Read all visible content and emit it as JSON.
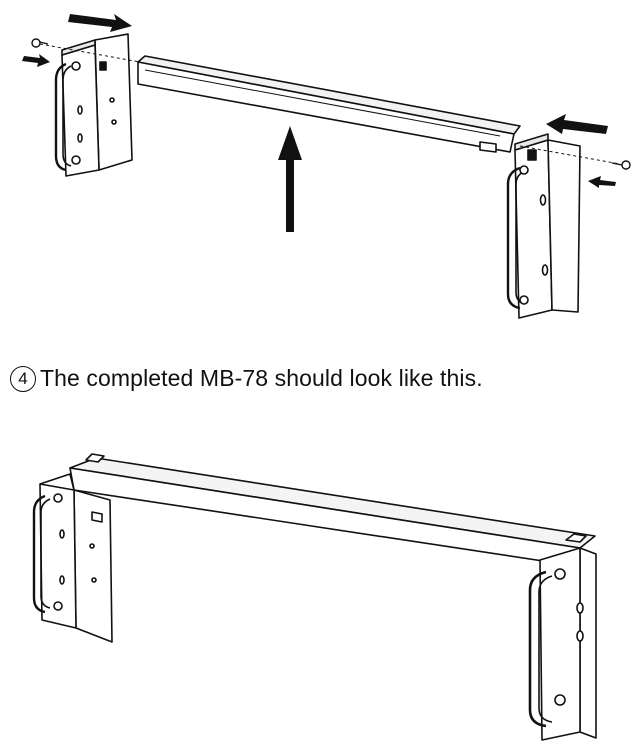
{
  "step": {
    "number": "4",
    "text": "The completed MB-78 should look like this."
  },
  "figures": {
    "top": "exploded-assembly-diagram",
    "bottom": "completed-bracket-diagram"
  },
  "icons": {
    "arrow": "arrow-icon",
    "screw": "screw-icon"
  }
}
